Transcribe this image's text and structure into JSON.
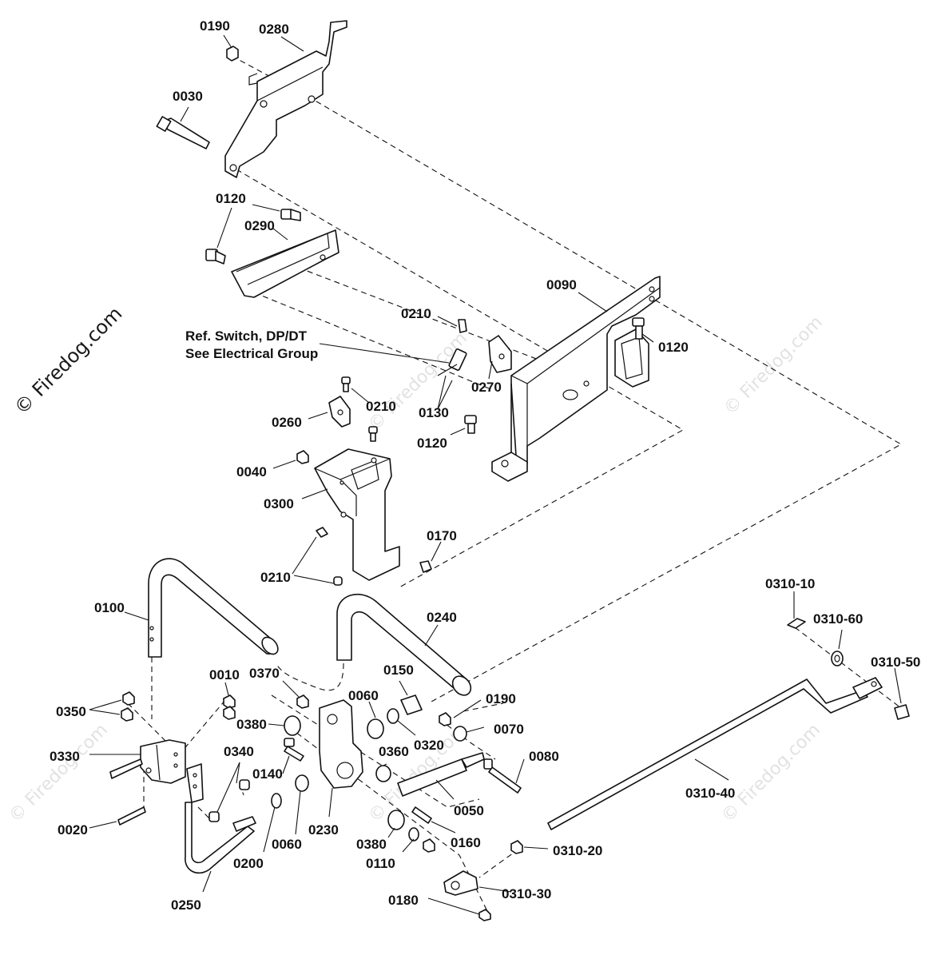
{
  "watermark": {
    "side_text": "© Firedog.com",
    "faint_text": "© Firedog.com"
  },
  "callouts": {
    "p0190a": "0190",
    "p0280": "0280",
    "p0030": "0030",
    "p0120a": "0120",
    "p0290": "0290",
    "p0090": "0090",
    "p0210a": "0210",
    "p0120b": "0120",
    "p0270": "0270",
    "p0130": "0130",
    "p0260": "0260",
    "p0210b": "0210",
    "p0120c": "0120",
    "p0040": "0040",
    "p0300": "0300",
    "p0170": "0170",
    "p0210c": "0210",
    "p0310_10": "0310-10",
    "p0310_60": "0310-60",
    "p0100": "0100",
    "p0240": "0240",
    "p0310_50": "0310-50",
    "p0010": "0010",
    "p0370": "0370",
    "p0150": "0150",
    "p0060a": "0060",
    "p0190b": "0190",
    "p0350": "0350",
    "p0380a": "0380",
    "p0320": "0320",
    "p0070": "0070",
    "p0330": "0330",
    "p0340": "0340",
    "p0140": "0140",
    "p0360": "0360",
    "p0080": "0080",
    "p0310_40": "0310-40",
    "p0050": "0050",
    "p0020": "0020",
    "p0060b": "0060",
    "p0230": "0230",
    "p0160": "0160",
    "p0200": "0200",
    "p0380b": "0380",
    "p0110": "0110",
    "p0310_20": "0310-20",
    "p0250": "0250",
    "p0310_30": "0310-30",
    "p0180": "0180"
  },
  "notes": {
    "ref_line1": "Ref. Switch, DP/DT",
    "ref_line2": "See Electrical Group"
  }
}
